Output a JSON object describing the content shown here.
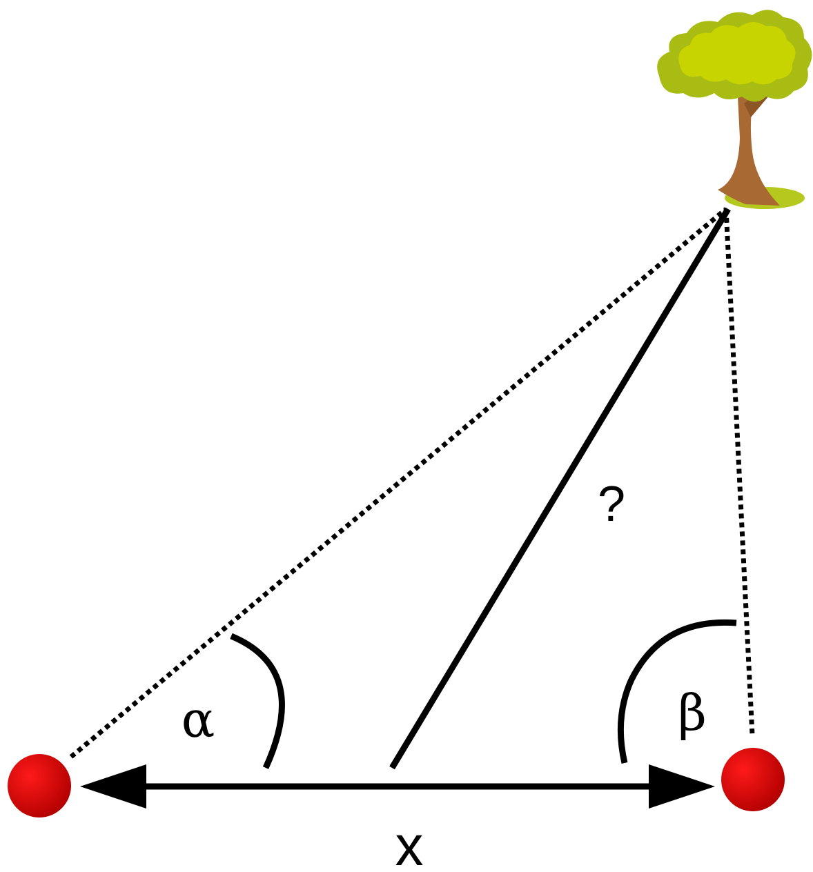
{
  "labels": {
    "alpha": "α",
    "beta": "β",
    "unknown": "?",
    "baseline": "x"
  },
  "colors": {
    "point_fill": "#e60000",
    "line": "#000000",
    "tree_foliage_light": "#c8d400",
    "tree_foliage_dark": "#a8bc14",
    "tree_trunk": "#a86a32",
    "ground": "#b5c81e"
  },
  "icons": {
    "tree": "tree-icon",
    "observer_left": "red-dot-icon",
    "observer_right": "red-dot-icon"
  }
}
